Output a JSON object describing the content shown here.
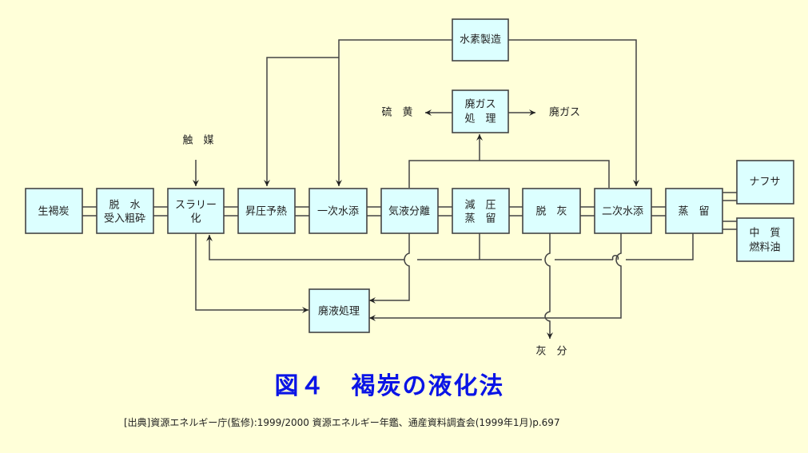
{
  "nodes": {
    "raw_lignite": "生褐炭",
    "dewater_line1": "脱　水",
    "dewater_line2": "受入粗砕",
    "slurry_line1": "スラリー",
    "slurry_line2": "化",
    "preheat": "昇圧予熱",
    "primary_hydro": "一次水添",
    "gas_liquid_sep": "気液分離",
    "vacuum_line1": "減　圧",
    "vacuum_line2": "蒸　留",
    "deash": "脱　灰",
    "secondary_hydro": "二次水添",
    "distill": "蒸　留",
    "naphtha": "ナフサ",
    "medium_oil_line1": "中　質",
    "medium_oil_line2": "燃料油",
    "hydrogen_prod": "水素製造",
    "waste_gas_line1": "廃ガス",
    "waste_gas_line2": "処　理",
    "waste_liquid": "廃液処理"
  },
  "labels": {
    "catalyst": "触　媒",
    "sulfur": "硫　黄",
    "waste_gas_out": "廃ガス",
    "ash": "灰　分"
  },
  "title": "図４　褐炭の液化法",
  "source": "[出典]資源エネルギー庁(監修):1999/2000 資源エネルギー年鑑、通産資料調査会(1999年1月)p.697",
  "colors": {
    "background": "#ffffd9",
    "box_fill": "#dcffff",
    "line": "#444444",
    "title": "#0a14e6"
  }
}
